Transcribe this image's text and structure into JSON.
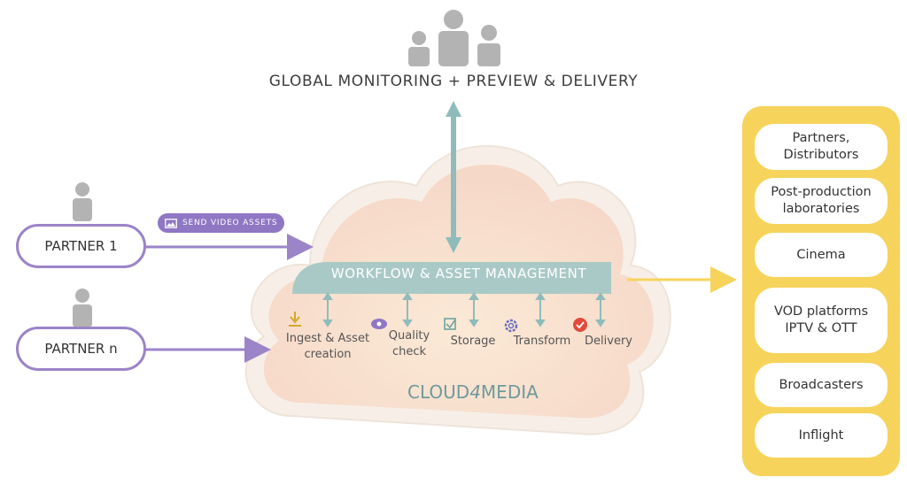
{
  "title": "GLOBAL MONITORING + PREVIEW & DELIVERY",
  "partners": [
    "PARTNER 1",
    "PARTNER n"
  ],
  "send_label": "SEND VIDEO ASSETS",
  "banner": "WORKFLOW & ASSET MANAGEMENT",
  "steps": [
    {
      "label": "Ingest & Asset\ncreation",
      "icon": "download-icon"
    },
    {
      "label": "Quality\ncheck",
      "icon": "eye-icon"
    },
    {
      "label": "Storage",
      "icon": "checkbox-icon"
    },
    {
      "label": "Transform",
      "icon": "gear-icon"
    },
    {
      "label": "Delivery",
      "icon": "check-circle-icon"
    }
  ],
  "logo": {
    "part1": "CLOUD",
    "part2": "4",
    "part3": "MEDIA"
  },
  "destinations": [
    "Partners,\nDistributors",
    "Post-production\nlaboratories",
    "Cinema",
    "VOD platforms\nIPTV & OTT",
    "Broadcasters",
    "Inflight"
  ],
  "colors": {
    "purple": "#9b84c7",
    "teal": "#8fbcbb",
    "yellow": "#f6d35b",
    "person": "#b3b3b3"
  }
}
